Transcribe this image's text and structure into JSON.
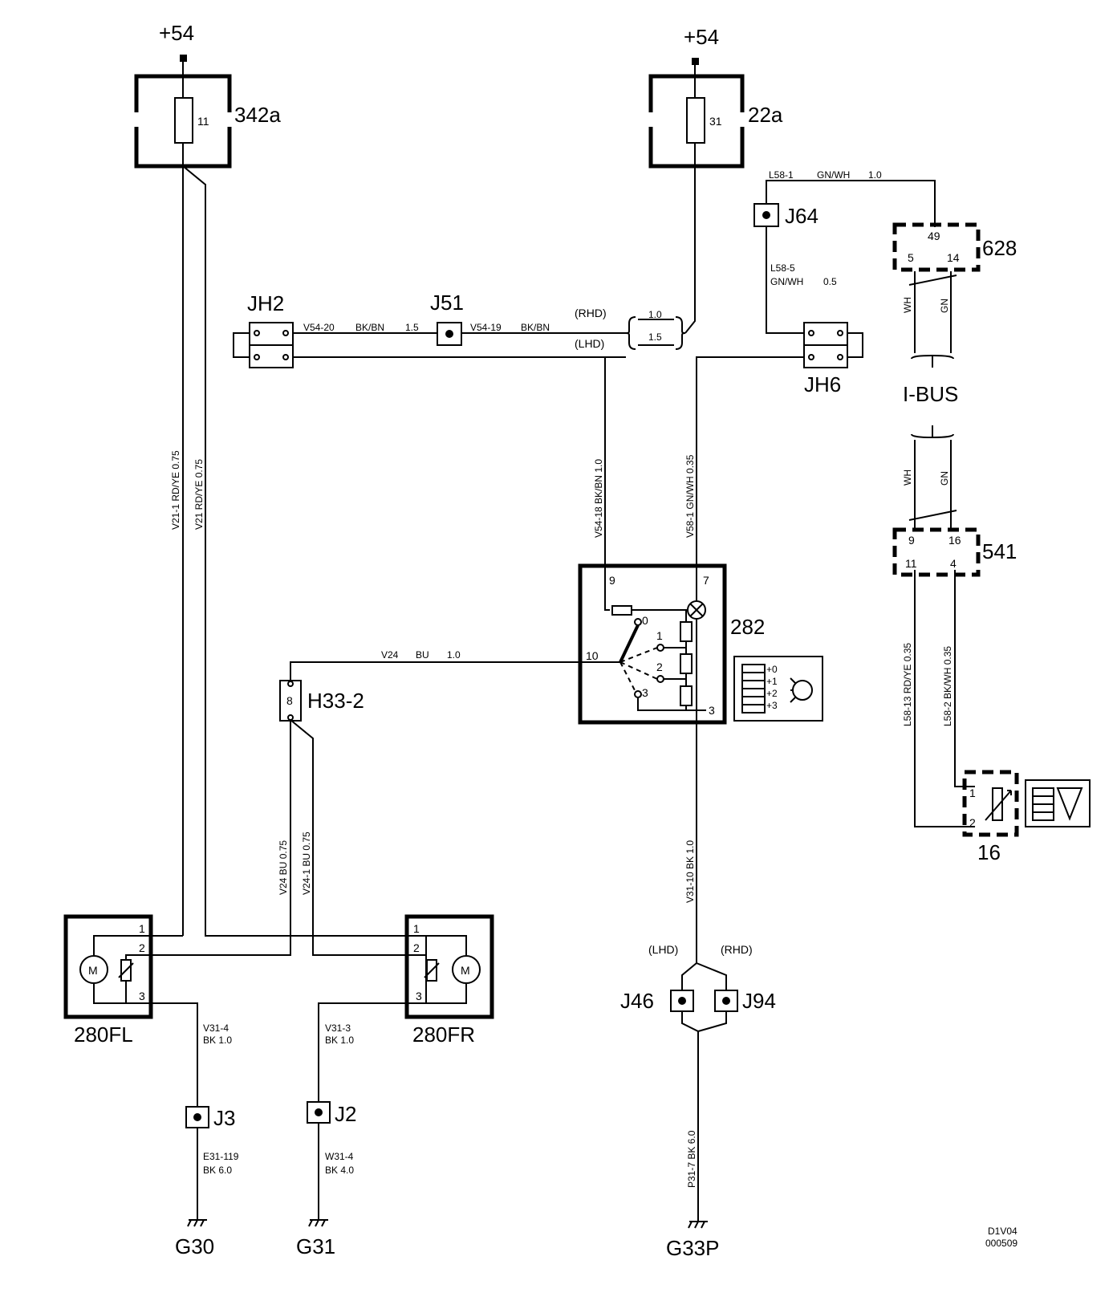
{
  "supply": {
    "left": "+54",
    "right": "+54"
  },
  "fuses": {
    "f342a": {
      "id": "342a",
      "num": "11"
    },
    "f22a": {
      "id": "22a",
      "num": "31"
    }
  },
  "connectors": {
    "jh2": "JH2",
    "jh6": "JH6",
    "j51": "J51",
    "j64": "J64",
    "h33": "H33-2",
    "h33_pin": "8",
    "j46": "J46",
    "j94": "J94",
    "j3": "J3",
    "j2": "J2",
    "lhd": "(LHD)",
    "rhd": "(RHD)"
  },
  "components": {
    "c628": {
      "id": "628",
      "pins": [
        "49",
        "5",
        "14"
      ]
    },
    "c541": {
      "id": "541",
      "pins": [
        "9",
        "16",
        "11",
        "4"
      ]
    },
    "c282": {
      "id": "282",
      "pins": [
        "9",
        "7",
        "10",
        "3"
      ],
      "positions": [
        "0",
        "1",
        "2",
        "3"
      ]
    },
    "c16": {
      "id": "16",
      "pins": [
        "1",
        "2"
      ]
    },
    "c280fl": {
      "id": "280FL",
      "pins": [
        "1",
        "2",
        "3"
      ],
      "motor": "M"
    },
    "c280fr": {
      "id": "280FR",
      "pins": [
        "1",
        "2",
        "3"
      ],
      "motor": "M"
    },
    "ibus": "I-BUS"
  },
  "grounds": {
    "g30": "G30",
    "g31": "G31",
    "g33p": "G33P"
  },
  "wires": {
    "l58_1": [
      "L58-1",
      "GN/WH",
      "1.0"
    ],
    "l58_5": [
      "L58-5",
      "GN/WH",
      "0.5"
    ],
    "v54_20": [
      "V54-20",
      "BK/BN",
      "1.5"
    ],
    "v54_19": [
      "V54-19",
      "BK/BN"
    ],
    "rhd_size": "1.0",
    "lhd_size": "1.5",
    "v21_1": "V21-1   RD/YE   0.75",
    "v21": "V21   RD/YE   0.75",
    "v54_18": "V54-18   BK/BN   1.0",
    "v58_1": "V58-1   GN/WH   0.35",
    "v24_h": [
      "V24",
      "BU",
      "1.0"
    ],
    "v24": "V24   BU   0.75",
    "v24_1": "V24-1   BU   0.75",
    "v31_10": "V31-10   BK   1.0",
    "p31_7": "P31-7   BK   6.0",
    "l58_13": "L58-13   RD/YE   0.35",
    "l58_2": "L58-2   BK/WH   0.35",
    "v31_4": [
      "V31-4",
      "BK  1.0"
    ],
    "v31_3": [
      "V31-3",
      "BK  1.0"
    ],
    "e31_119": [
      "E31-119",
      "BK  6.0"
    ],
    "w31_4": [
      "W31-4",
      "BK  4.0"
    ],
    "ibus_wh": "WH",
    "ibus_gn": "GN"
  },
  "symbol_labels": [
    "+0",
    "+1",
    "+2",
    "+3"
  ],
  "doc_ref": [
    "D1V04",
    "000509"
  ]
}
